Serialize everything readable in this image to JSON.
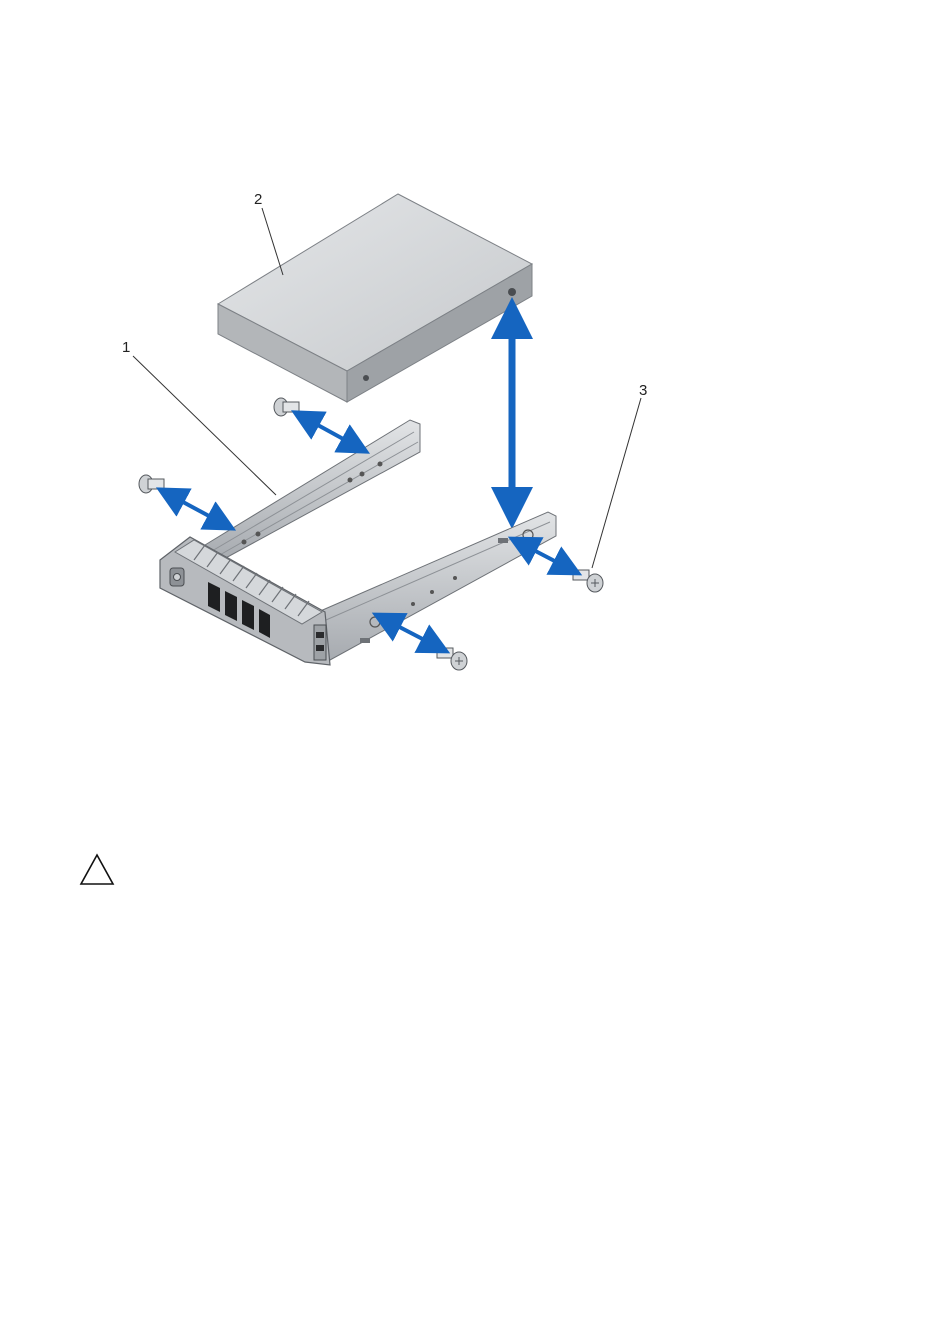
{
  "figure": {
    "callouts": [
      {
        "id": "1",
        "label": "1"
      },
      {
        "id": "2",
        "label": "2"
      },
      {
        "id": "3",
        "label": "3"
      }
    ],
    "colors": {
      "arrow": "#1565c0",
      "drive_top": "#d4d6d8",
      "drive_side": "#b3b6b9",
      "drive_front": "#9ea2a6",
      "carrier_metal": "#c9cccf",
      "carrier_dark": "#8d9196",
      "screw": "#cfd2d5",
      "leader_line": "#333333"
    },
    "icons": {
      "caution": "caution-triangle-icon"
    }
  }
}
